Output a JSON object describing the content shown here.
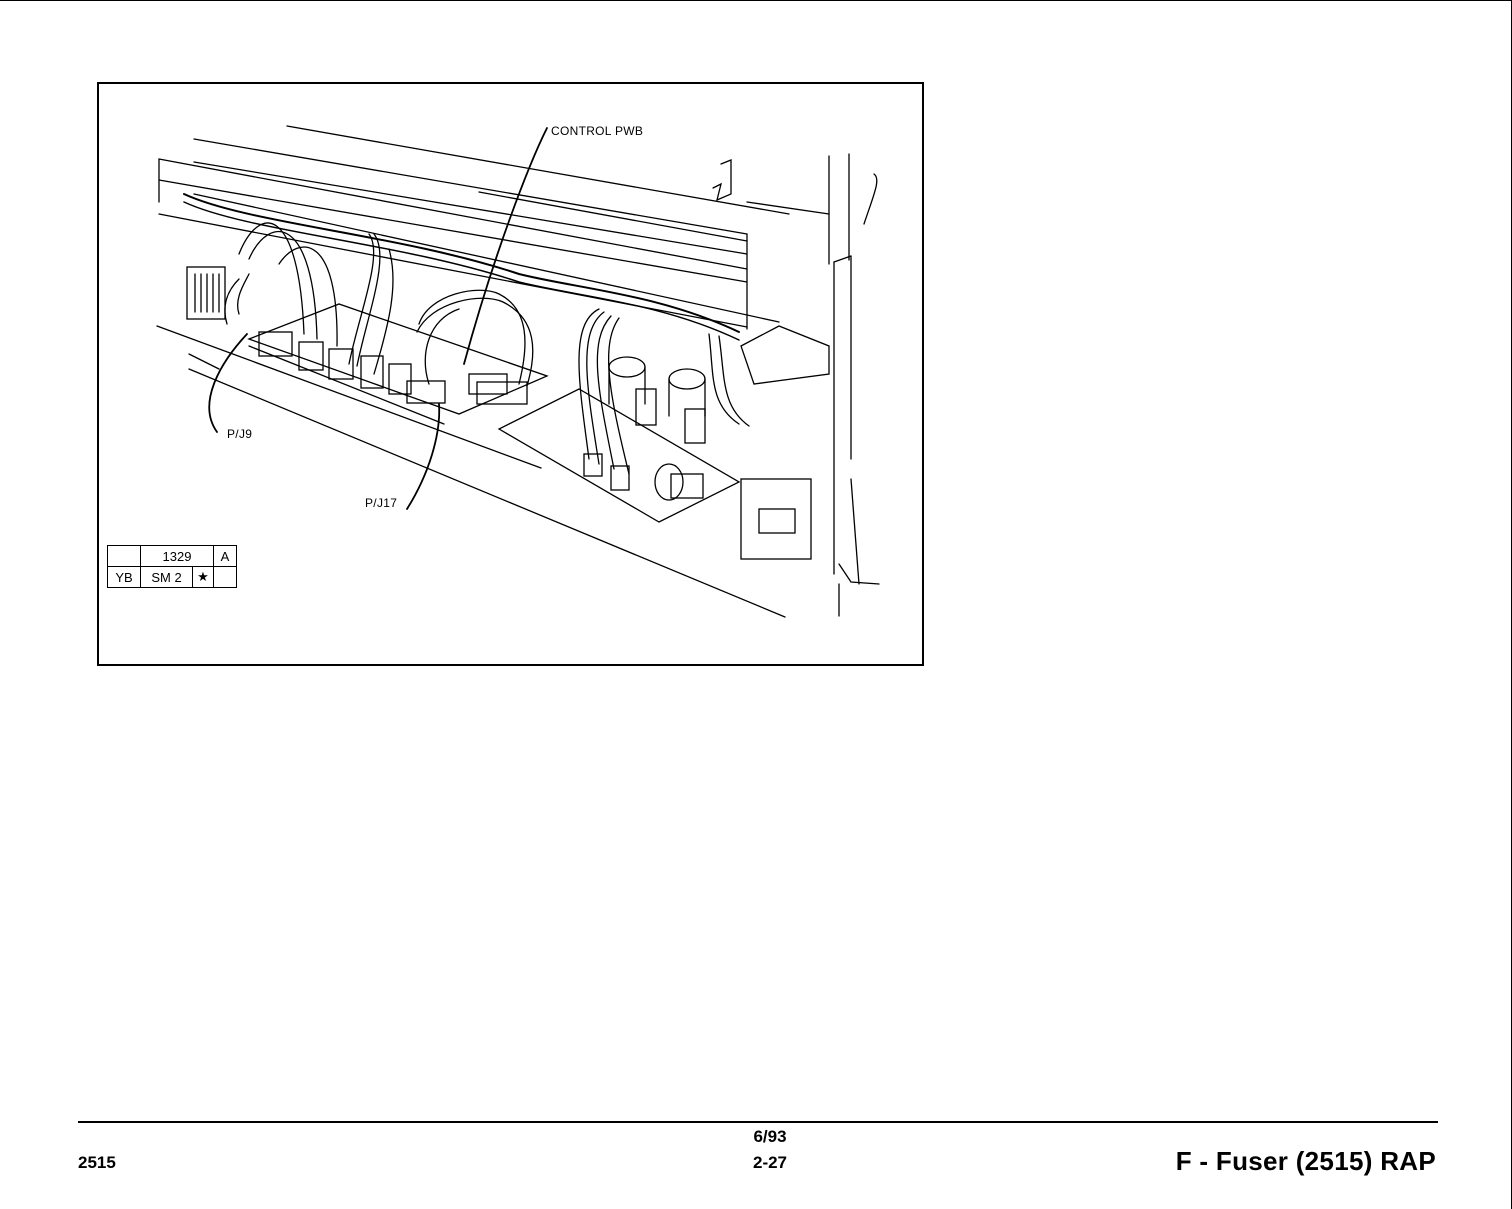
{
  "figure": {
    "callouts": {
      "control_pwb": "CONTROL PWB",
      "pj9": "P/J9",
      "pj17": "P/J17"
    },
    "reference_table": {
      "row1": [
        "",
        "1329",
        "A"
      ],
      "row2": [
        "YB",
        "SM 2",
        "★",
        ""
      ]
    }
  },
  "footer": {
    "model": "2515",
    "date": "6/93",
    "page": "2-27",
    "title": "F - Fuser (2515) RAP"
  }
}
